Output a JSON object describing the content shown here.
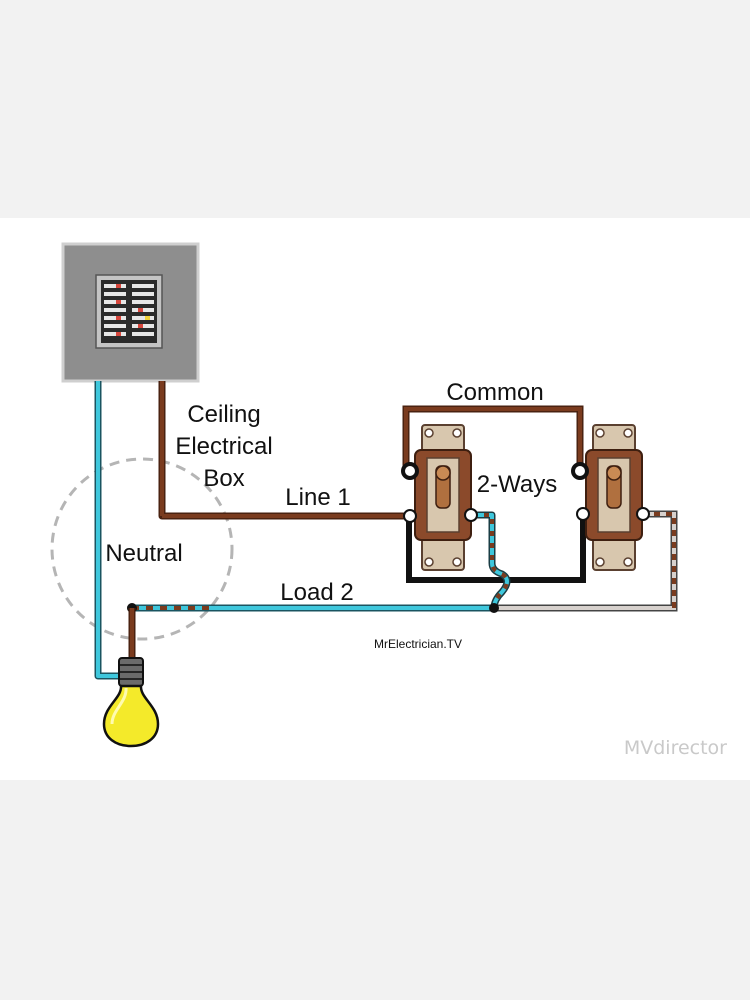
{
  "labels": {
    "ceiling_line1": "Ceiling",
    "ceiling_line2": "Electrical",
    "ceiling_line3": "Box",
    "neutral": "Neutral",
    "common": "Common",
    "line1": "Line 1",
    "two_ways": "2-Ways",
    "load2": "Load 2",
    "credit": "MrElectrician.TV",
    "watermark": "MVdirector"
  },
  "colors": {
    "hot_wire": "#7a3b1e",
    "neutral_wire": "#3ec7dc",
    "traveler_black": "#111111",
    "traveler_gray": "#d7d1cd",
    "panel_gray": "#8e8e8e",
    "switch_body": "#d8c7ae",
    "switch_toggle": "#8b4a2b",
    "bulb": "#f4ea2a",
    "dashed_circle": "#b5b5b5"
  },
  "components": {
    "panel": "breaker-panel",
    "switches": [
      "three-way-switch-left",
      "three-way-switch-right"
    ],
    "bulb": "light-bulb"
  }
}
